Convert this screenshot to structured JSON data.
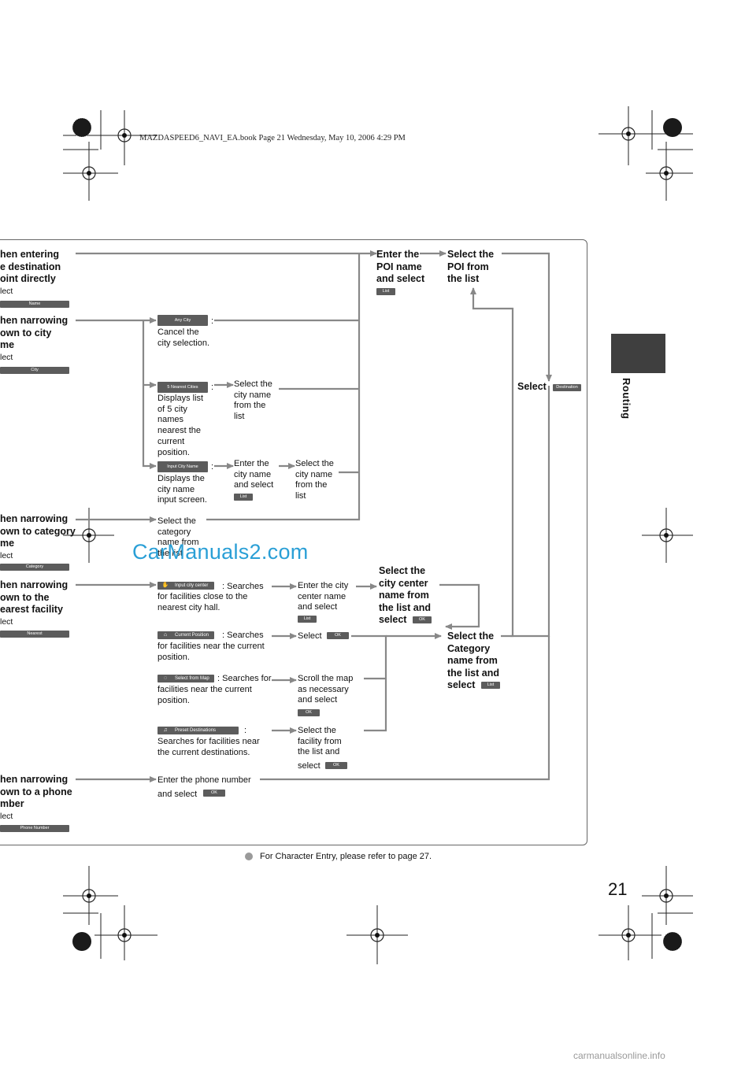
{
  "header": {
    "book_line": "MAZDASPEED6_NAVI_EA.book  Page 21  Wednesday, May 10, 2006  4:29 PM"
  },
  "side_tab": {
    "label": "Routing"
  },
  "left_items": [
    {
      "lines": [
        "hen entering",
        "e destination",
        "oint directly"
      ],
      "select": "lect",
      "button": "Name"
    },
    {
      "lines": [
        "hen narrowing",
        "own to city",
        "me"
      ],
      "select": "lect",
      "button": "City"
    },
    {
      "lines": [
        "hen narrowing",
        "own to category",
        "me"
      ],
      "select": "lect",
      "button": "Category"
    },
    {
      "lines": [
        "hen narrowing",
        "own to the",
        "earest facility"
      ],
      "select": "lect",
      "button": "Nearest"
    },
    {
      "lines": [
        "hen narrowing",
        "own to a phone",
        "mber"
      ],
      "select": "lect",
      "button": "Phone Number"
    }
  ],
  "city_options": [
    {
      "button": "Any City",
      "colon": ":",
      "desc": [
        "Cancel the",
        "city selection."
      ]
    },
    {
      "button": "5 Nearest Cities",
      "colon": ":",
      "desc": [
        "Displays list",
        "of 5 city",
        "names",
        "nearest the",
        "current",
        "position."
      ],
      "next": [
        "Select the",
        "city name",
        "from the",
        "list"
      ]
    },
    {
      "button": "Input City Name",
      "colon": ":",
      "desc": [
        "Displays the",
        "city name",
        "input screen."
      ],
      "next": [
        "Enter the",
        "city name",
        "and select"
      ],
      "next_button": "List",
      "next2": [
        "Select the",
        "city name",
        "from the",
        "list"
      ]
    }
  ],
  "category_step": [
    "Select the",
    "category",
    "name from",
    "the list"
  ],
  "nearest_options": [
    {
      "button": "Input city center",
      "icon": "✋",
      "desc_first": ": Searches",
      "desc": [
        "for facilities close to the",
        "nearest city hall."
      ],
      "next": [
        "Enter the city",
        "center name",
        "and select"
      ],
      "next_button": "List"
    },
    {
      "button": "Current Position",
      "icon": "⌂",
      "desc_first": ": Searches",
      "desc": [
        "for facilities near the current",
        "position."
      ],
      "next_prefix": "Select",
      "next_button": "OK"
    },
    {
      "button": "Select from Map",
      "icon": "◌",
      "desc_first": ": Searches for",
      "desc": [
        "facilities near the current",
        "position."
      ],
      "next": [
        "Scroll the map",
        "as necessary",
        "and select"
      ],
      "next_button": "OK"
    },
    {
      "button": "Preset Destinations",
      "icon": "♫",
      "desc_first": ":",
      "desc": [
        "Searches for facilities near",
        "the current destinations."
      ],
      "next": [
        "Select the",
        "facility from",
        "the list and"
      ],
      "next_prefix": "select",
      "next_button": "OK"
    }
  ],
  "phone_step": {
    "line1": "Enter the phone number",
    "prefix": "and select",
    "button": "OK"
  },
  "poi_name_step": {
    "lines": [
      "Enter the",
      "POI name",
      "and select"
    ],
    "button": "List"
  },
  "poi_list_step": {
    "lines": [
      "Select the",
      "POI from",
      "the list"
    ]
  },
  "city_center_step": {
    "lines": [
      "Select the",
      "city center",
      "name from",
      "the list and"
    ],
    "prefix": "select",
    "button": "OK"
  },
  "category_name_step": {
    "lines": [
      "Select the",
      "Category",
      "name from",
      "the list and"
    ],
    "prefix": "select",
    "button": "List"
  },
  "destination_step": {
    "prefix": "Select",
    "button": "Destination"
  },
  "watermark": "CarManuals2.com",
  "watermark2": "carmanualsonline.info",
  "footnote": "For Character Entry, please refer to page 27.",
  "page_number": "21",
  "colors": {
    "line": "#888888",
    "button": "#5c5c5c",
    "tab": "#3f3f3f",
    "watermark": "#2a9fd6",
    "bullet": "#9a9a9a"
  }
}
